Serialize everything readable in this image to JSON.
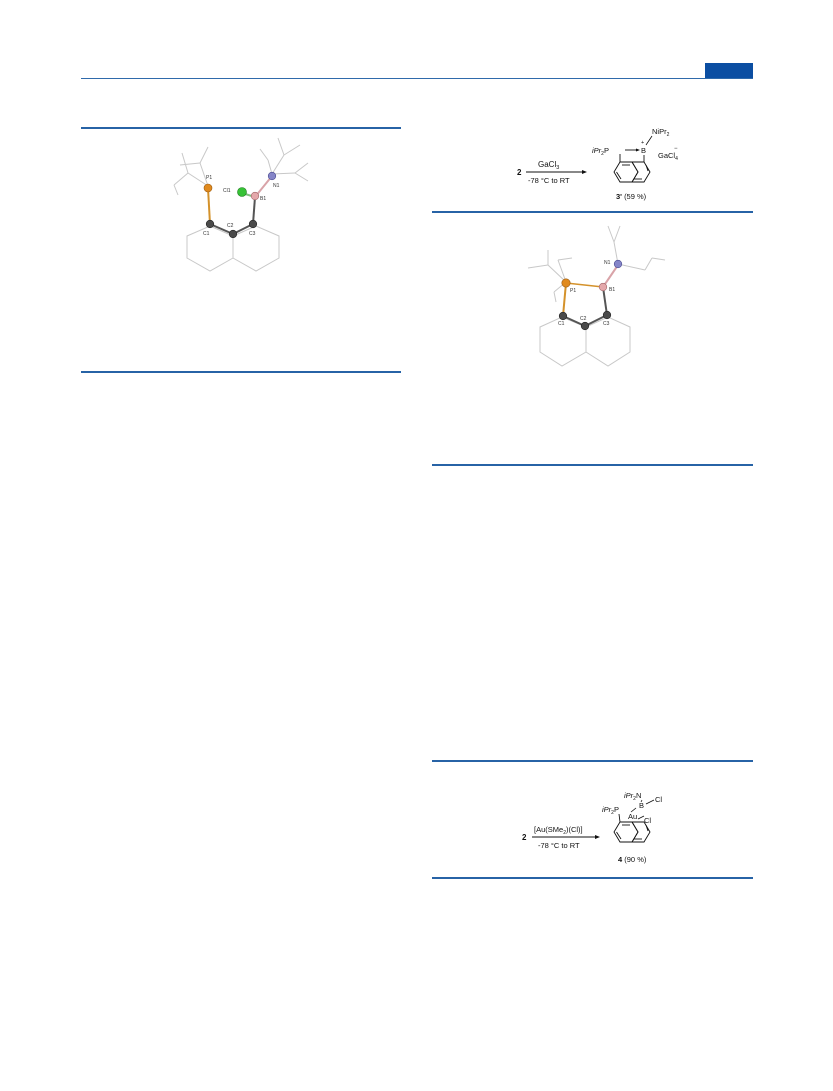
{
  "page": {
    "accent": "#0b4ea2",
    "rule_color": "#2763a6"
  },
  "figure1": {
    "atoms": {
      "P1": "P1",
      "Cl1": "Cl1",
      "N1": "N1",
      "B1": "B1",
      "C1": "C1",
      "C2": "C2",
      "C3": "C3"
    }
  },
  "scheme1": {
    "reactant": "2",
    "reagent": "GaCl",
    "reagent_sub": "3",
    "conditions": "-78 °C to RT",
    "frag_iPr2P": "iPr",
    "frag_iPr2P_sub": "2",
    "frag_P": "P",
    "frag_B": "B",
    "frag_plus": "+",
    "frag_NiPr2": "NiPr",
    "frag_NiPr2_sub": "2",
    "anion": "GaCl",
    "anion_sub": "4",
    "anion_charge": "−",
    "product_label": "3'",
    "product_yield": "(59 %)"
  },
  "figure2": {
    "atoms": {
      "N1": "N1",
      "P1": "P1",
      "B1": "B1",
      "C1": "C1",
      "C2": "C2",
      "C3": "C3"
    }
  },
  "scheme2": {
    "reactant": "2",
    "reagent": "[Au(SMe",
    "reagent_sub": "2",
    "reagent_end": ")(Cl)]",
    "conditions": "-78 °C to RT",
    "frag_iPr2N": "iPr",
    "frag_iPr2N_sub": "2",
    "frag_N": "N",
    "frag_iPr2P": "iPr",
    "frag_iPr2P_sub": "2",
    "frag_P": "P",
    "frag_Au": "Au",
    "frag_B": "B",
    "frag_Cl_B": "Cl",
    "frag_Cl_Au": "Cl",
    "product_label": "4",
    "product_yield": "(90 %)"
  }
}
